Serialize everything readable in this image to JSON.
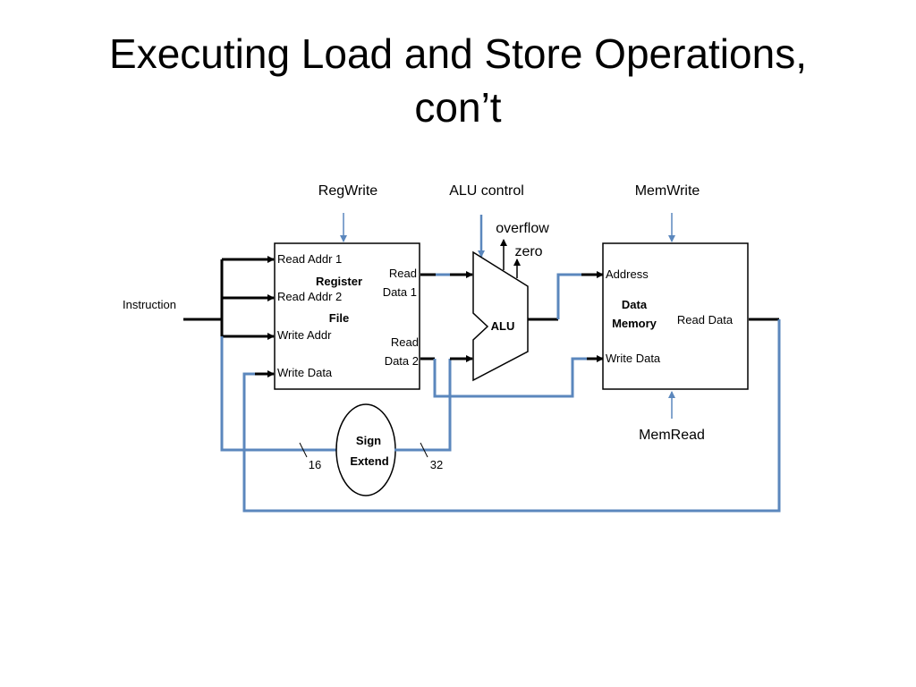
{
  "slide": {
    "title_line1": "Executing Load and Store Operations,",
    "title_line2": "con’t"
  },
  "colors": {
    "signal_wire": "#5b87bd",
    "data_wire": "#000000",
    "background": "#ffffff"
  },
  "control_signals": {
    "regwrite": "RegWrite",
    "alu_control": "ALU control",
    "memwrite": "MemWrite",
    "memread": "MemRead"
  },
  "inputs": {
    "instruction": "Instruction"
  },
  "register_file": {
    "title_line1": "Register",
    "title_line2": "File",
    "read_addr1": "Read Addr 1",
    "read_addr2": "Read Addr 2",
    "write_addr": "Write Addr",
    "write_data": "Write Data",
    "read_data1_line1": "Read",
    "read_data1_line2": "Data 1",
    "read_data2_line1": "Read",
    "read_data2_line2": "Data 2"
  },
  "alu": {
    "label": "ALU",
    "overflow": "overflow",
    "zero": "zero"
  },
  "data_memory": {
    "title_line1": "Data",
    "title_line2": "Memory",
    "address": "Address",
    "write_data": "Write Data",
    "read_data": "Read Data"
  },
  "sign_extend": {
    "line1": "Sign",
    "line2": "Extend",
    "in_width": "16",
    "out_width": "32"
  }
}
